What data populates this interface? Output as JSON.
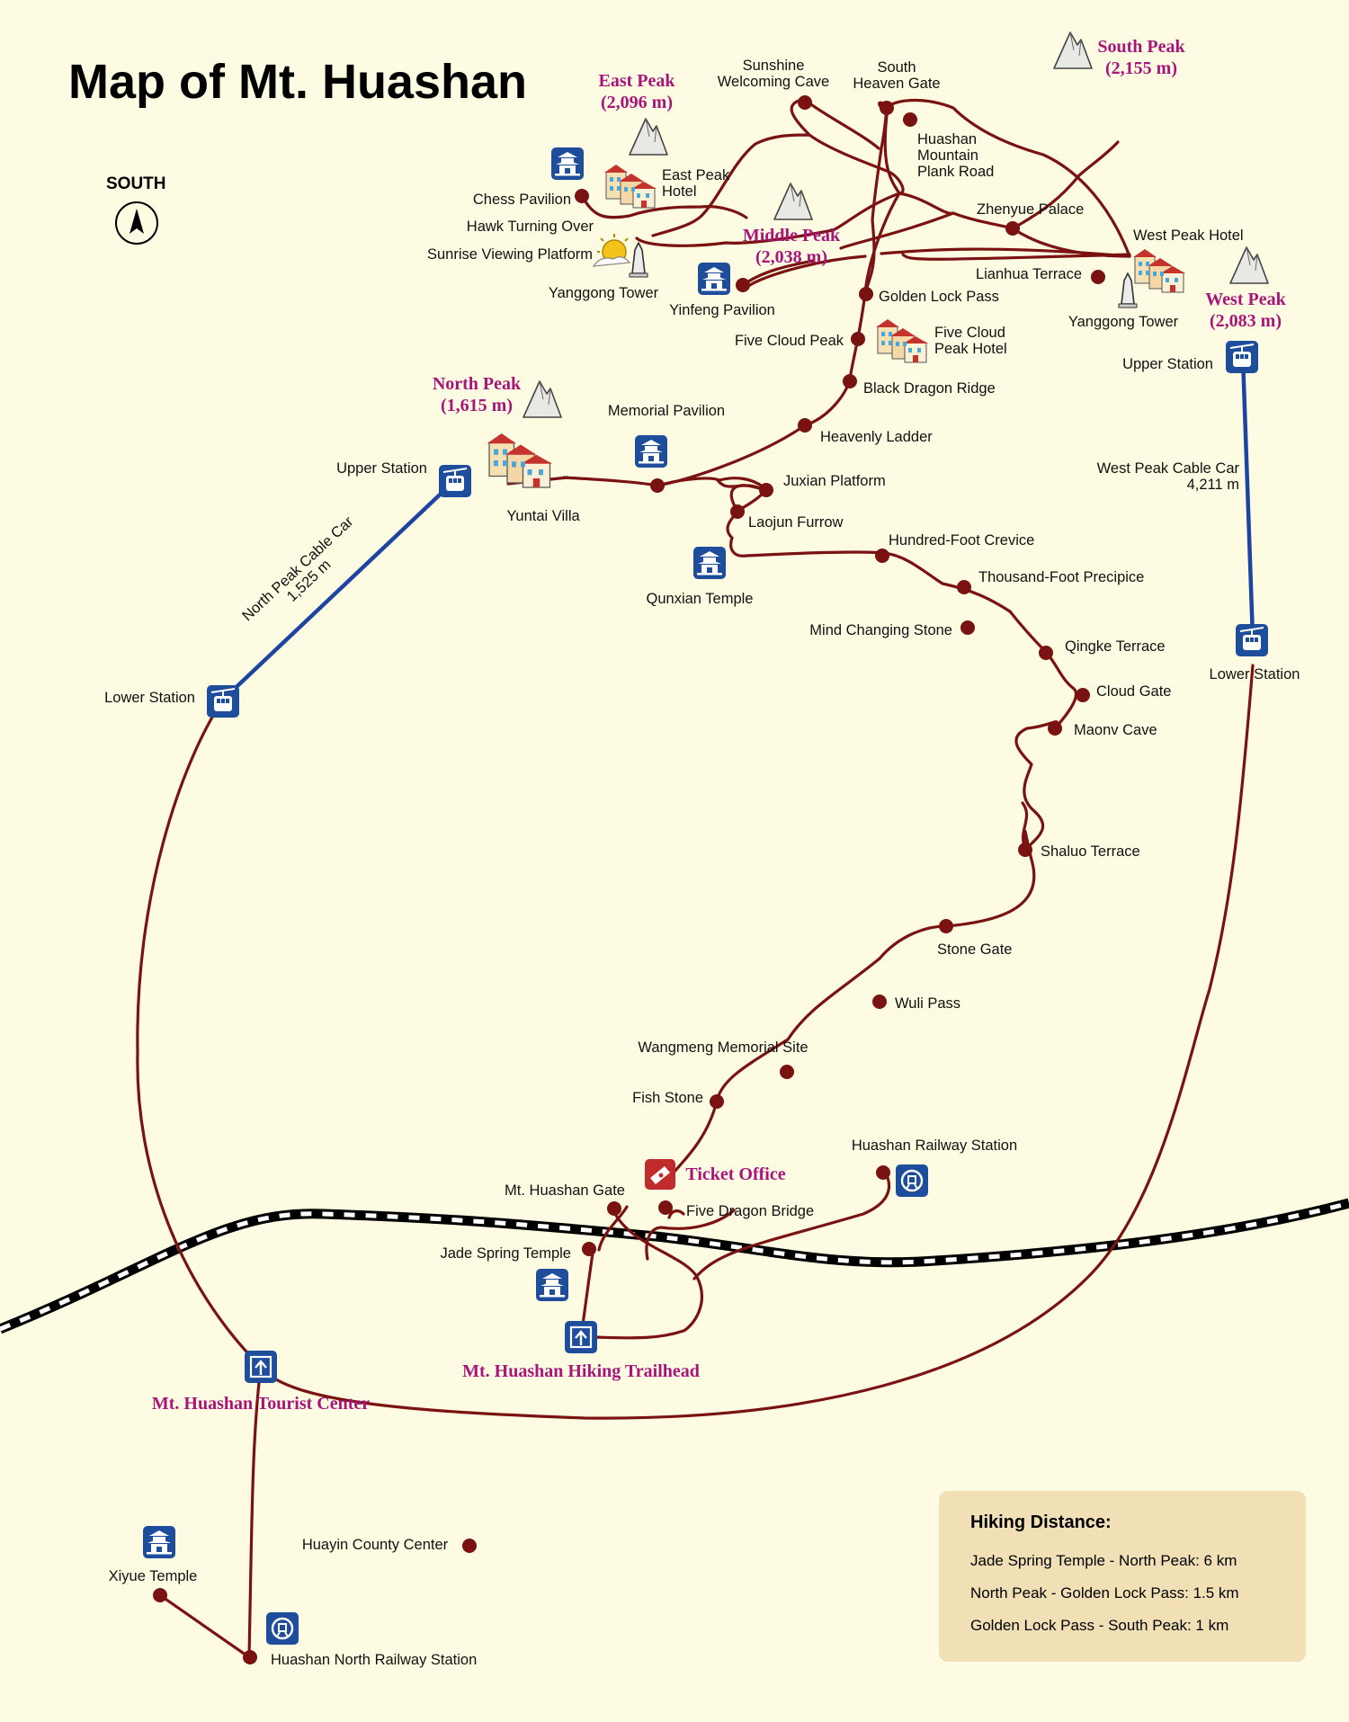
{
  "title": "Map of Mt. Huashan",
  "compass_label": "SOUTH",
  "colors": {
    "trail": "#7a1212",
    "cable": "#1d44a0",
    "peak_label": "#a8157a",
    "icon_bg": "#1e4d9c",
    "railway": "#000000",
    "legend_bg": "#f1dfb6",
    "background": "#fdfce2"
  },
  "peaks": {
    "east": {
      "name": "East Peak",
      "elev": "(2,096 m)"
    },
    "south": {
      "name": "South Peak",
      "elev": "(2,155 m)"
    },
    "middle": {
      "name": "Middle Peak",
      "elev": "(2,038 m)"
    },
    "west": {
      "name": "West Peak",
      "elev": "(2,083 m)"
    },
    "north": {
      "name": "North Peak",
      "elev": "(1,615 m)"
    }
  },
  "places": {
    "sunshine_cave": [
      "Sunshine",
      "Welcoming Cave"
    ],
    "south_heaven_gate": [
      "South",
      "Heaven Gate"
    ],
    "plank_road": [
      "Huashan",
      "Mountain",
      "Plank Road"
    ],
    "east_peak_hotel": [
      "East Peak",
      "Hotel"
    ],
    "chess_pavilion": "Chess Pavilion",
    "hawk_turning_over": "Hawk Turning Over",
    "sunrise_platform": "Sunrise Viewing Platform",
    "yanggong_tower_east": "Yanggong Tower",
    "yinfeng_pavilion": "Yinfeng Pavilion",
    "zhenyue_palace": "Zhenyue Palace",
    "west_peak_hotel": "West Peak Hotel",
    "lianhua_terrace": "Lianhua Terrace",
    "yanggong_tower_west": "Yanggong Tower",
    "golden_lock_pass": "Golden Lock Pass",
    "five_cloud_peak": "Five Cloud Peak",
    "five_cloud_hotel": [
      "Five Cloud",
      "Peak Hotel"
    ],
    "west_upper_station": "Upper Station",
    "black_dragon_ridge": "Black Dragon Ridge",
    "memorial_pavilion": "Memorial Pavilion",
    "heavenly_ladder": "Heavenly Ladder",
    "north_upper_station": "Upper Station",
    "juxian_platform": "Juxian Platform",
    "yuntai_villa": "Yuntai Villa",
    "laojun_furrow": "Laojun Furrow",
    "west_cable": [
      "West Peak Cable Car",
      "4,211 m"
    ],
    "hundred_foot": "Hundred-Foot Crevice",
    "thousand_foot": "Thousand-Foot Precipice",
    "qunxian_temple": "Qunxian Temple",
    "north_cable": [
      "North Peak Cable Car",
      "1,525 m"
    ],
    "mind_changing": "Mind Changing Stone",
    "qingke_terrace": "Qingke Terrace",
    "west_lower_station": "Lower Station",
    "cloud_gate": "Cloud Gate",
    "north_lower_station": "Lower Station",
    "maonv_cave": "Maonv Cave",
    "shaluo_terrace": "Shaluo Terrace",
    "stone_gate": "Stone Gate",
    "wuli_pass": "Wuli Pass",
    "wangmeng": "Wangmeng Memorial Site",
    "fish_stone": "Fish Stone",
    "railway_station": "Huashan Railway Station",
    "ticket_office": "Ticket Office",
    "huashan_gate": "Mt. Huashan Gate",
    "five_dragon_bridge": "Five Dragon Bridge",
    "jade_spring": "Jade Spring Temple",
    "trailhead": "Mt. Huashan Hiking Trailhead",
    "tourist_center": "Mt. Huashan Tourist Center",
    "huayin_center": "Huayin County Center",
    "xiyue_temple": "Xiyue Temple",
    "north_railway_station": "Huashan North Railway Station"
  },
  "legend": {
    "heading": "Hiking Distance:",
    "lines": [
      "Jade Spring Temple - North Peak: 6 km",
      "North Peak - Golden Lock Pass: 1.5 km",
      "Golden Lock Pass - South Peak: 1 km"
    ]
  }
}
